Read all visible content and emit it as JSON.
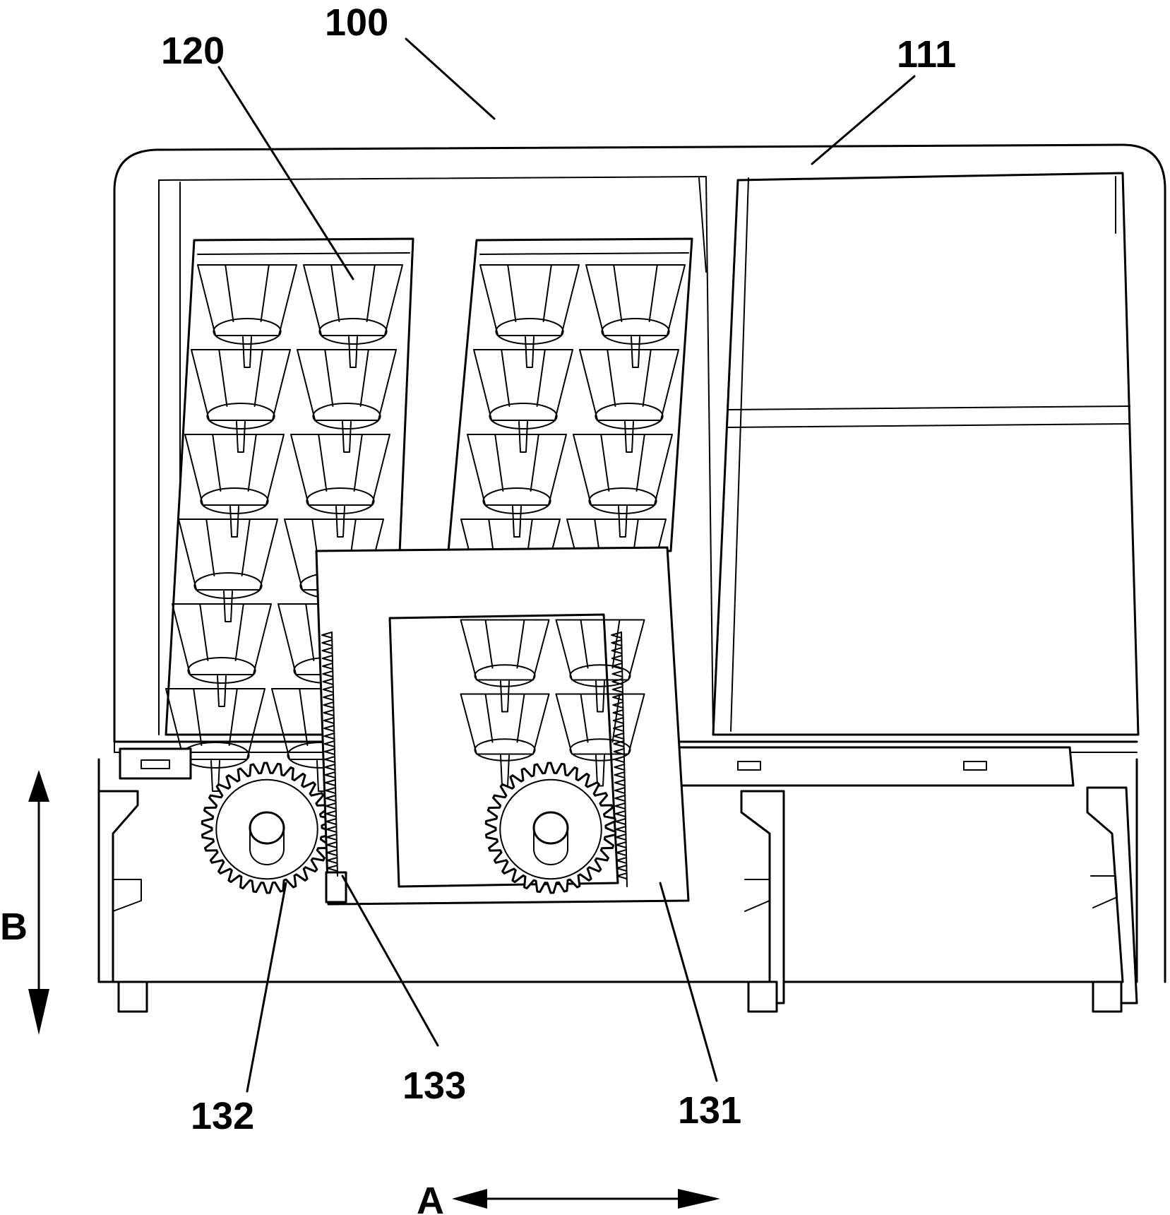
{
  "figure": {
    "labels": {
      "assembly": "100",
      "tray": "120",
      "housing_side": "111",
      "slide_frame": "131",
      "gear": "132",
      "rack": "133",
      "axis_horizontal": "A",
      "axis_vertical": "B"
    },
    "ink_color": "#000000",
    "paper_color": "#ffffff"
  }
}
